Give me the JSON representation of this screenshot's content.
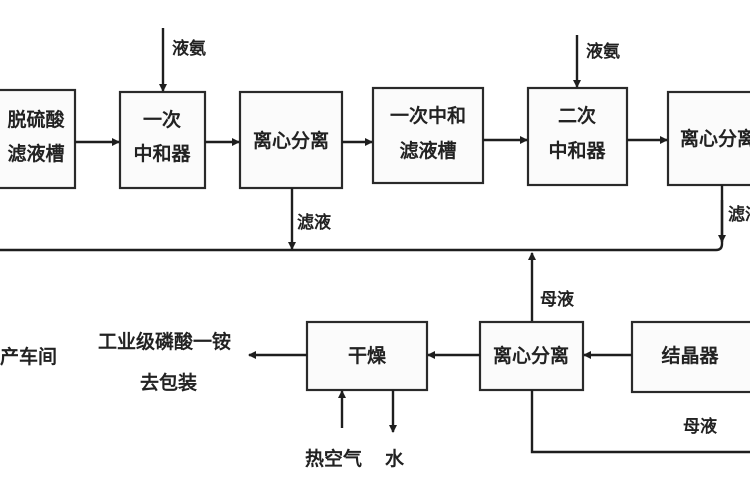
{
  "nodes": {
    "tank1": {
      "line1": "脱硫酸",
      "line2": "滤液槽"
    },
    "neutralizer1": {
      "line1": "一次",
      "line2": "中和器"
    },
    "centrifuge1": {
      "label": "离心分离"
    },
    "tank2": {
      "line1": "一次中和",
      "line2": "滤液槽"
    },
    "neutralizer2": {
      "line1": "二次",
      "line2": "中和器"
    },
    "centrifuge2": {
      "label": "离心分离"
    },
    "dryer": {
      "label": "干燥"
    },
    "centrifuge3": {
      "label": "离心分离"
    },
    "crystallizer": {
      "label": "结晶器"
    }
  },
  "labels": {
    "ammonia1": "液氨",
    "ammonia2": "液氨",
    "filtrate1": "滤液",
    "filtrate2": "滤液",
    "mother_liquor_up": "母液",
    "mother_liquor_down": "母液",
    "hot_air": "热空气",
    "water": "水",
    "product_line1": "工业级磷酸一铵",
    "product_line2": "去包装",
    "workshop": "产车间"
  },
  "colors": {
    "line": "#1e1e1e",
    "box_fill": "#fbfbfb"
  }
}
